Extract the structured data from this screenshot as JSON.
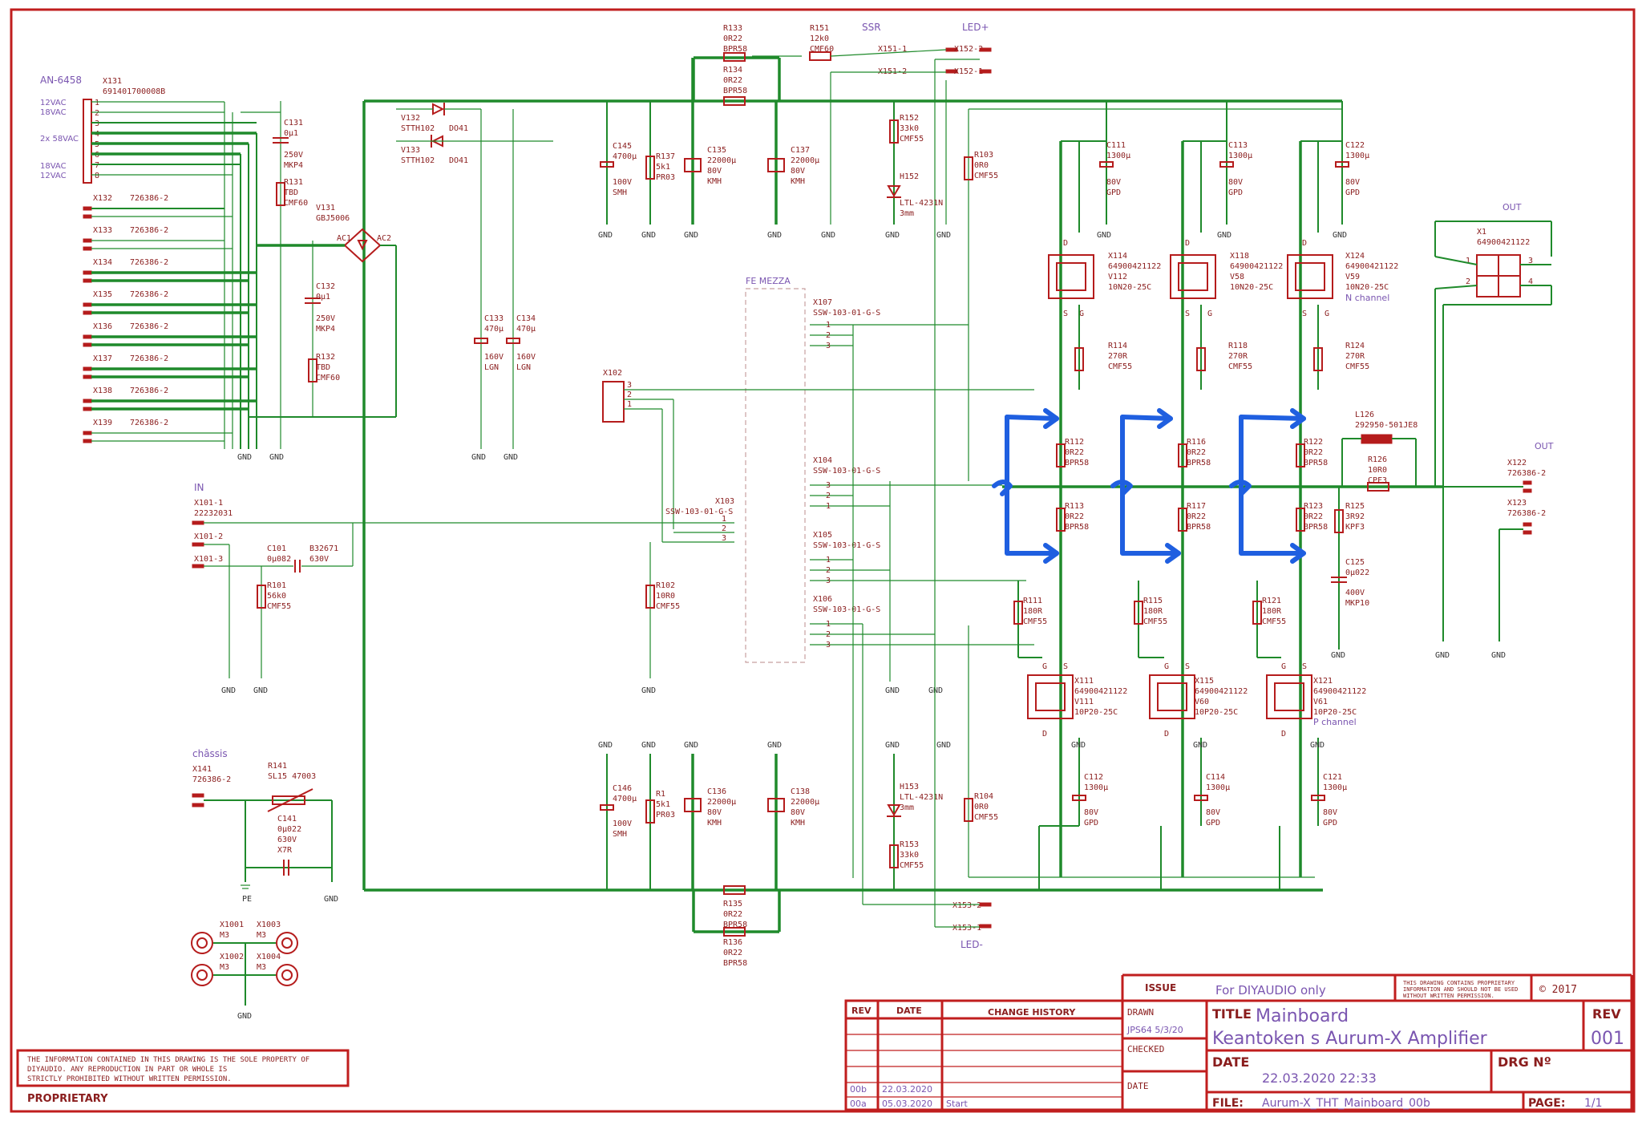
{
  "connector_left": {
    "name": "AN-6458",
    "part": "X131",
    "part_no": "691401700008B",
    "voltages": [
      "12VAC",
      "18VAC",
      "2x 58VAC",
      "18VAC",
      "12VAC"
    ],
    "pins": [
      "1",
      "2",
      "3",
      "4",
      "5",
      "6",
      "7",
      "8"
    ]
  },
  "header_connectors": [
    {
      "ref": "X132",
      "part": "726386-2"
    },
    {
      "ref": "X133",
      "part": "726386-2"
    },
    {
      "ref": "X134",
      "part": "726386-2"
    },
    {
      "ref": "X135",
      "part": "726386-2"
    },
    {
      "ref": "X136",
      "part": "726386-2"
    },
    {
      "ref": "X137",
      "part": "726386-2"
    },
    {
      "ref": "X138",
      "part": "726386-2"
    },
    {
      "ref": "X139",
      "part": "726386-2"
    }
  ],
  "components": {
    "c131": [
      "C131",
      "0µ1",
      "250V",
      "MKP4"
    ],
    "r131": [
      "R131",
      "TBD",
      "CMF60"
    ],
    "v131": [
      "V131",
      "GBJ5006"
    ],
    "c132": [
      "C132",
      "0µ1",
      "250V",
      "MKP4"
    ],
    "r132": [
      "R132",
      "TBD",
      "CMF60"
    ],
    "v132": [
      "V132",
      "STTH102",
      "DO41"
    ],
    "v133": [
      "V133",
      "STTH102",
      "DO41"
    ],
    "c133": [
      "C133",
      "470µ",
      "160V",
      "LGN"
    ],
    "c134": [
      "C134",
      "470µ",
      "160V",
      "LGN"
    ],
    "r133": [
      "R133",
      "0R22",
      "BPR58"
    ],
    "r134": [
      "R134",
      "0R22",
      "BPR58"
    ],
    "r151": [
      "R151",
      "12k0",
      "CMF60"
    ],
    "c145": [
      "C145",
      "4700µ",
      "100V",
      "SMH"
    ],
    "r137": [
      "R137",
      "5k1",
      "PR03"
    ],
    "c135": [
      "C135",
      "22000µ",
      "80V",
      "KMH"
    ],
    "c137": [
      "C137",
      "22000µ",
      "80V",
      "KMH"
    ],
    "r152": [
      "R152",
      "33k0",
      "CMF55"
    ],
    "h152": [
      "H152",
      "LTL-4231N",
      "3mm"
    ],
    "r103": [
      "R103",
      "0R0",
      "CMF55"
    ],
    "c146": [
      "C146",
      "4700µ",
      "100V",
      "SMH"
    ],
    "r1": [
      "R1",
      "5k1",
      "PR03"
    ],
    "c136": [
      "C136",
      "22000µ",
      "80V",
      "KMH"
    ],
    "c138": [
      "C138",
      "22000µ",
      "80V",
      "KMH"
    ],
    "h153": [
      "H153",
      "LTL-4231N",
      "3mm"
    ],
    "r153": [
      "R153",
      "33k0",
      "CMF55"
    ],
    "r104": [
      "R104",
      "0R0",
      "CMF55"
    ],
    "r135": [
      "R135",
      "0R22",
      "BPR58"
    ],
    "r136": [
      "R136",
      "0R22",
      "BPR58"
    ],
    "x102": [
      "X102"
    ],
    "x103": [
      "X103",
      "SSW-103-01-G-S"
    ],
    "x104": [
      "X104",
      "SSW-103-01-G-S"
    ],
    "x105": [
      "X105",
      "SSW-103-01-G-S"
    ],
    "x106": [
      "X106",
      "SSW-103-01-G-S"
    ],
    "x107": [
      "X107",
      "SSW-103-01-G-S"
    ],
    "r102": [
      "R102",
      "10R0",
      "CMF55"
    ],
    "x101": [
      "X101-1",
      "22232031",
      "X101-2",
      "X101-3"
    ],
    "c101": [
      "C101",
      "0µ082",
      "B32671",
      "630V"
    ],
    "r101": [
      "R101",
      "56k0",
      "CMF55"
    ],
    "x141": [
      "X141",
      "726386-2"
    ],
    "r141": [
      "R141",
      "SL15 47003"
    ],
    "c141": [
      "C141",
      "0µ022",
      "630V",
      "X7R"
    ],
    "mount": [
      "X1001",
      "M3",
      "X1003",
      "M3",
      "X1002",
      "M3",
      "X1004",
      "M3"
    ],
    "c111": [
      "C111",
      "1300µ",
      "80V",
      "GPD"
    ],
    "c113": [
      "C113",
      "1300µ",
      "80V",
      "GPD"
    ],
    "c122": [
      "C122",
      "1300µ",
      "80V",
      "GPD"
    ],
    "x114": [
      "X114",
      "64900421122",
      "V112",
      "10N20-25C"
    ],
    "x118": [
      "X118",
      "64900421122",
      "V58",
      "10N20-25C"
    ],
    "x124": [
      "X124",
      "64900421122",
      "V59",
      "10N20-25C"
    ],
    "r114": [
      "R114",
      "270R",
      "CMF55"
    ],
    "r118": [
      "R118",
      "270R",
      "CMF55"
    ],
    "r124": [
      "R124",
      "270R",
      "CMF55"
    ],
    "r112": [
      "R112",
      "0R22",
      "BPR58"
    ],
    "r116": [
      "R116",
      "0R22",
      "BPR58"
    ],
    "r122": [
      "R122",
      "0R22",
      "BPR58"
    ],
    "r113": [
      "R113",
      "0R22",
      "BPR58"
    ],
    "r117": [
      "R117",
      "0R22",
      "BPR58"
    ],
    "r123": [
      "R123",
      "0R22",
      "BPR58"
    ],
    "r111": [
      "R111",
      "180R",
      "CMF55"
    ],
    "r115": [
      "R115",
      "180R",
      "CMF55"
    ],
    "r121": [
      "R121",
      "180R",
      "CMF55"
    ],
    "x111": [
      "X111",
      "64900421122",
      "V111",
      "10P20-25C"
    ],
    "x115": [
      "X115",
      "64900421122",
      "V60",
      "10P20-25C"
    ],
    "x121": [
      "X121",
      "64900421122",
      "V61",
      "10P20-25C"
    ],
    "c112": [
      "C112",
      "1300µ",
      "80V",
      "GPD"
    ],
    "c114": [
      "C114",
      "1300µ",
      "80V",
      "GPD"
    ],
    "c121": [
      "C121",
      "1300µ",
      "80V",
      "GPD"
    ],
    "l126": [
      "L126",
      "292950-501JE8"
    ],
    "r126": [
      "R126",
      "10R0",
      "CPF3"
    ],
    "r125": [
      "R125",
      "3R92",
      "KPF3"
    ],
    "c125": [
      "C125",
      "0µ022",
      "400V",
      "MKP10"
    ],
    "x1": [
      "X1",
      "64900421122"
    ],
    "x122": [
      "X122",
      "726386-2"
    ],
    "x123": [
      "X123",
      "726386-2"
    ]
  },
  "net_labels": {
    "ssr": "SSR",
    "led_plus": "LED+",
    "led_minus": "LED-",
    "x151_1": "X151-1",
    "x151_2": "X151-2",
    "x152_1": "X152-1",
    "x152_2": "X152-2",
    "x153_1": "X153-1",
    "x153_2": "X153-2",
    "fe_mezza": "FE MEZZA",
    "in": "IN",
    "chassis": "châssis",
    "pe": "PE",
    "out1": "OUT",
    "out2": "OUT",
    "n_channel": "N channel",
    "p_channel": "P channel",
    "gnd": "GND",
    "ac1": "AC1",
    "ac2": "AC2"
  },
  "notice": {
    "text": [
      "THE INFORMATION CONTAINED IN THIS DRAWING IS THE SOLE PROPERTY OF",
      "DIYAUDIO. ANY REPRODUCTION IN PART OR WHOLE IS",
      "STRICTLY PROHIBITED WITHOUT WRITTEN PERMISSION."
    ],
    "label": "PROPRIETARY"
  },
  "title_block": {
    "issue": "ISSUE",
    "for": "For DIYAUDIO only",
    "proprietary_note": [
      "THIS DRAWING CONTAINS PROPRIETARY",
      "INFORMATION AND SHOULD NOT BE USED",
      "WITHOUT WRITTEN PERMISSION."
    ],
    "copyright": "© 2017",
    "rev_head": "REV",
    "date_head": "DATE",
    "change_head": "CHANGE HISTORY",
    "drawn": "DRAWN",
    "drawn_by": "JPS64 5/3/20",
    "checked": "CHECKED",
    "date_label": "DATE",
    "title_label": "TITLE",
    "title_1": "Mainboard",
    "title_2": "Keantoken s Aurum-X Amplifier",
    "rev_label": "REV",
    "rev_value": "001",
    "date_label2": "DATE",
    "date_value": "22.03.2020 22:33",
    "drg_label": "DRG Nº",
    "file_label": "FILE:",
    "file_value": "Aurum-X_THT_Mainboard_00b",
    "page_label": "PAGE:",
    "page_value": "1/1",
    "revisions": [
      {
        "rev": "00b",
        "date": "22.03.2020",
        "change": ""
      },
      {
        "rev": "00a",
        "date": "05.03.2020",
        "change": "Start"
      }
    ]
  }
}
